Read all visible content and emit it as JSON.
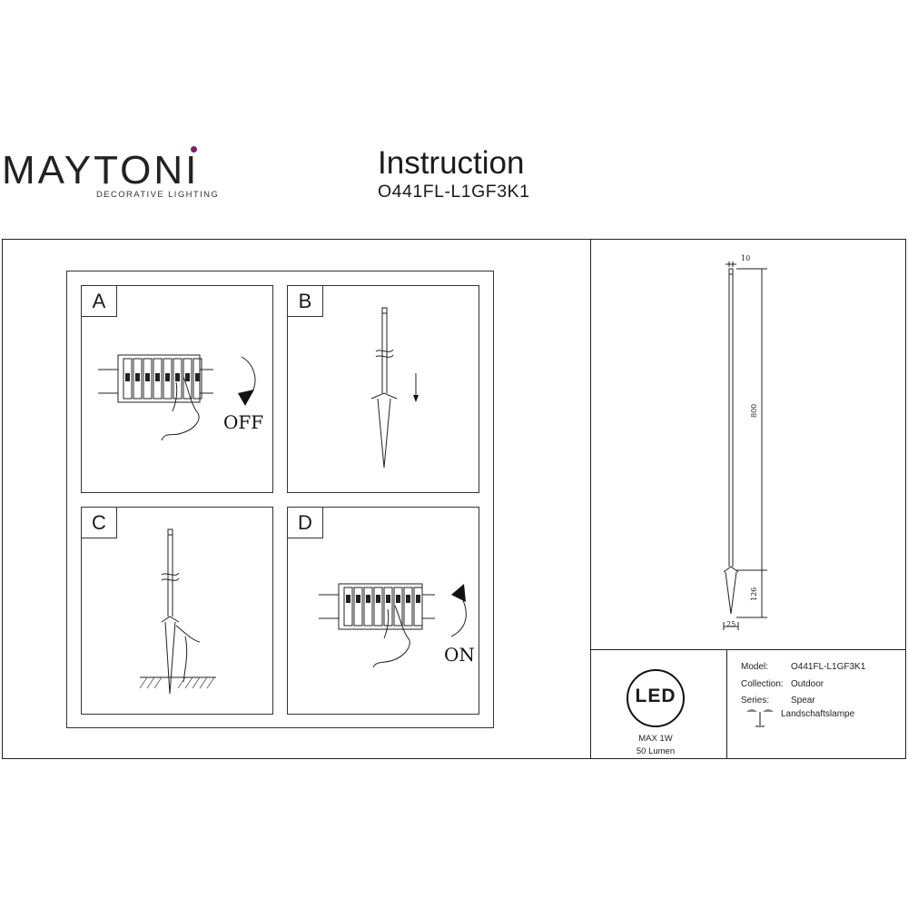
{
  "header": {
    "brand": "MAYTONI",
    "tagline": "DECORATIVE LIGHTING",
    "title": "Instruction",
    "model_code": "O441FL-L1GF3K1"
  },
  "steps": [
    {
      "letter": "A",
      "caption": "OFF"
    },
    {
      "letter": "B",
      "caption": ""
    },
    {
      "letter": "C",
      "caption": ""
    },
    {
      "letter": "D",
      "caption": "ON"
    }
  ],
  "drawing": {
    "dimensions": {
      "top_width": "10",
      "height": "800",
      "spike_height": "126",
      "base_width": "25"
    }
  },
  "led": {
    "badge": "LED",
    "power": "MAX 1W",
    "lumens": "50 Lumen"
  },
  "specs": [
    {
      "label": "Model:",
      "value": "O441FL-L1GF3K1"
    },
    {
      "label": "Collection:",
      "value": "Outdoor"
    },
    {
      "label": "Series:",
      "value": "Spear"
    }
  ],
  "series_extra": "Landschaftslampe",
  "colors": {
    "logo_dot": "#7a1e6e",
    "line": "#222222"
  }
}
